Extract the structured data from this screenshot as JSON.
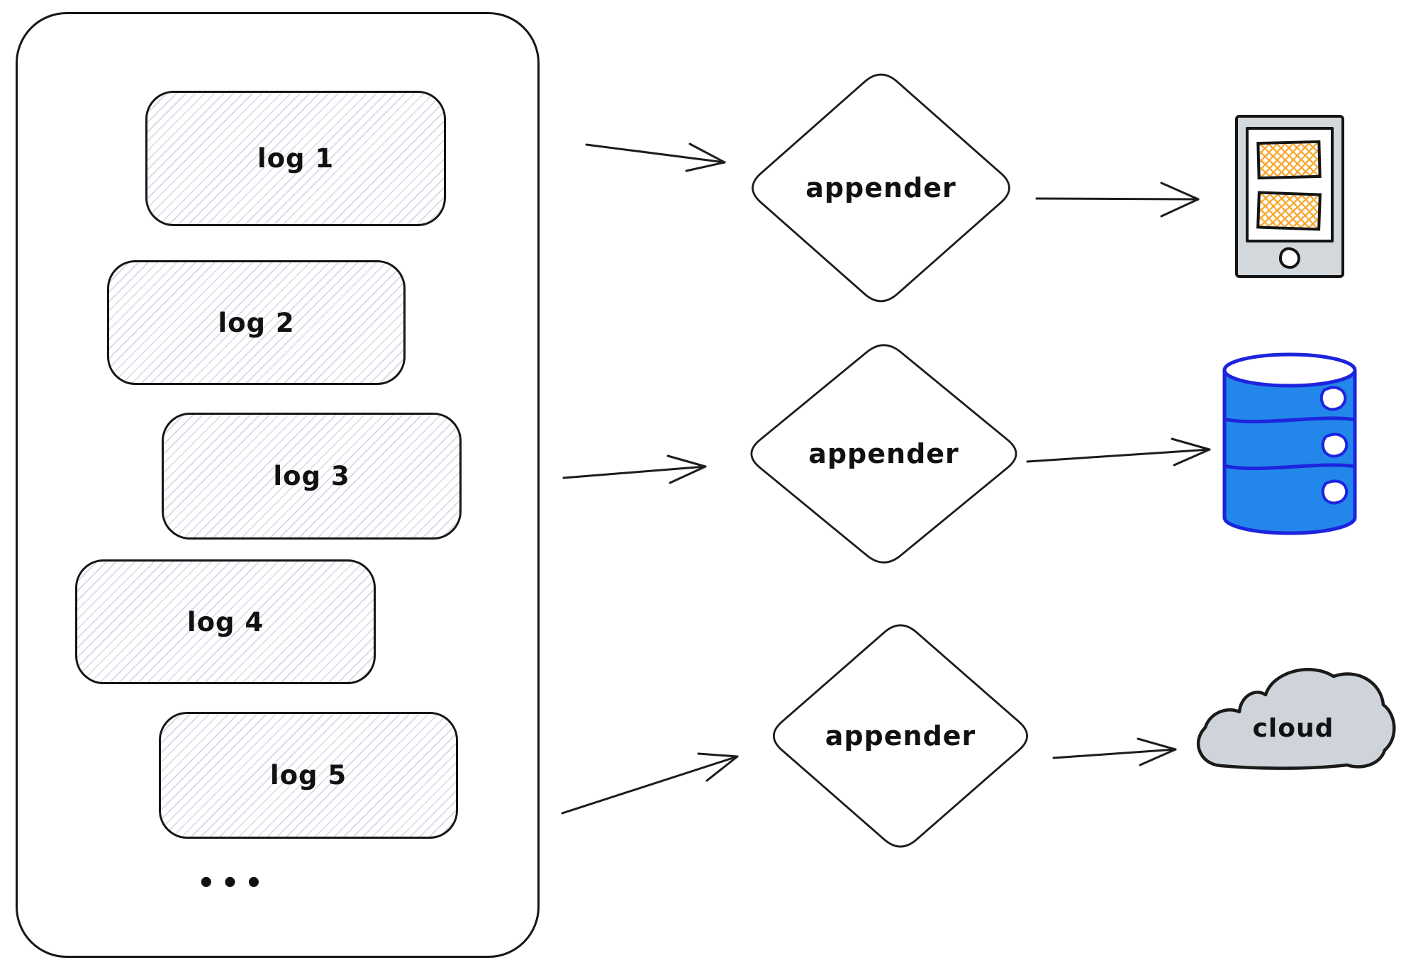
{
  "diagram": {
    "style": "hand-drawn flow diagram",
    "log_store": {
      "logs": [
        "log 1",
        "log 2",
        "log 3",
        "log 4",
        "log 5"
      ],
      "ellipsis": "•••"
    },
    "appenders": [
      {
        "label": "appender"
      },
      {
        "label": "appender"
      },
      {
        "label": "appender"
      }
    ],
    "destinations": {
      "device": {
        "icon": "mobile-device-icon"
      },
      "database": {
        "icon": "database-icon"
      },
      "cloud": {
        "icon": "cloud-icon",
        "label": "cloud"
      }
    },
    "colors": {
      "stroke": "#1b1b1b",
      "log_hatch_line": "#b0bad0",
      "database_fill": "#2386ea",
      "database_stroke": "#1d24dd",
      "device_frame_fill": "#d3d8dd",
      "device_card_accent": "#f6a72c",
      "cloud_fill": "#ced4da"
    }
  }
}
